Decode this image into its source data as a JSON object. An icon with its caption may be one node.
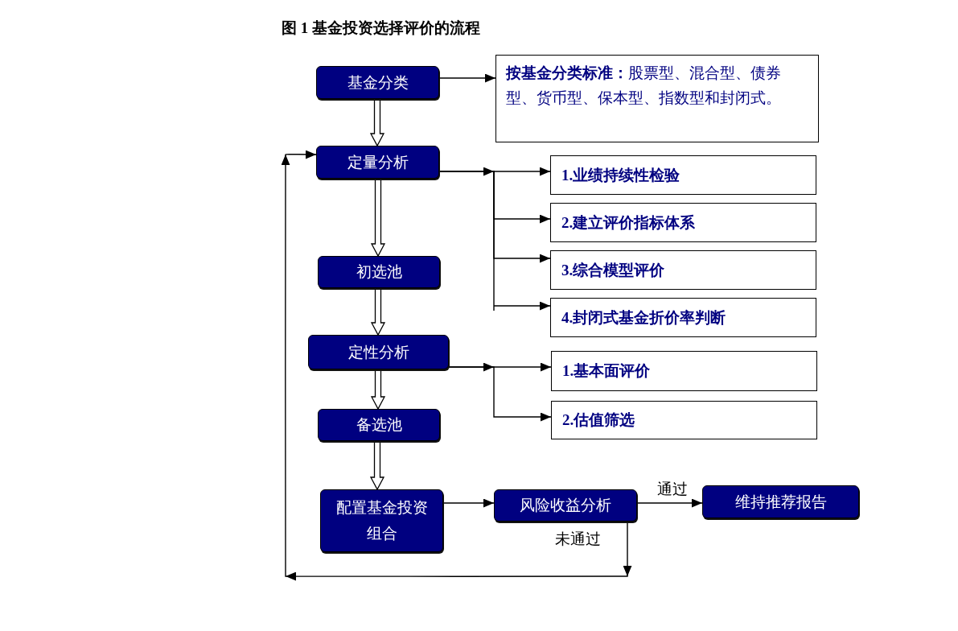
{
  "diagram": {
    "title": "图 1 基金投资选择评价的流程",
    "nodes": [
      {
        "text": [
          "基金分类"
        ]
      },
      {
        "text": [
          "**按基金分类标准：**股票型、混合型、债券型、货币型、保本型、指数型和封闭式。"
        ]
      },
      {
        "text": [
          "定量分析"
        ]
      },
      {
        "text": [
          "1.业绩持续性检验"
        ]
      },
      {
        "text": [
          "2.建立评价指标体系"
        ]
      },
      {
        "text": [
          "3.综合模型评价"
        ]
      },
      {
        "text": [
          "4.封闭式基金折价率判断"
        ]
      },
      {
        "text": [
          "初选池"
        ]
      },
      {
        "text": [
          "定性分析"
        ]
      },
      {
        "text": [
          "1.基本面评价"
        ]
      },
      {
        "text": [
          "2.估值筛选"
        ]
      },
      {
        "text": [
          "备选池"
        ]
      },
      {
        "text": [
          "配置基金投资组合"
        ]
      },
      {
        "text": [
          "风险收益分析"
        ]
      },
      {
        "text": [
          "维持推荐报告"
        ]
      }
    ],
    "edges": [
      {
        "from": 0,
        "to": 1,
        "arrow": "to"
      },
      {
        "from": 0,
        "to": 2,
        "arrow": "to",
        "style": "thick"
      },
      {
        "from": 2,
        "to": 3,
        "arrow": "to"
      },
      {
        "from": 2,
        "to": 4,
        "arrow": "to"
      },
      {
        "from": 2,
        "to": 5,
        "arrow": "to"
      },
      {
        "from": 2,
        "to": 6,
        "arrow": "to"
      },
      {
        "from": 2,
        "to": 7,
        "arrow": "to",
        "style": "thick"
      },
      {
        "from": 7,
        "to": 8,
        "arrow": "to",
        "style": "thick"
      },
      {
        "from": 8,
        "to": 9,
        "arrow": "to"
      },
      {
        "from": 8,
        "to": 10,
        "arrow": "to"
      },
      {
        "from": 8,
        "to": 11,
        "arrow": "to",
        "style": "thick"
      },
      {
        "from": 11,
        "to": 12,
        "arrow": "to",
        "style": "thick"
      },
      {
        "from": 12,
        "to": 13,
        "arrow": "to"
      },
      {
        "from": 13,
        "to": 14,
        "arrow": "to",
        "label": "通过"
      },
      {
        "from": 13,
        "to": 2,
        "arrow": "to",
        "label": "未通过"
      }
    ]
  }
}
